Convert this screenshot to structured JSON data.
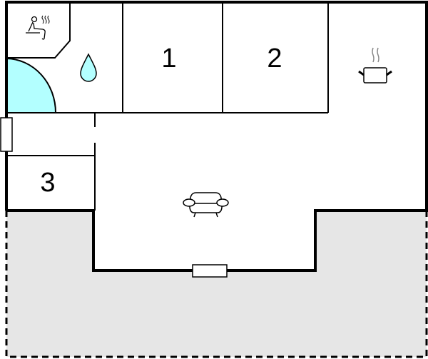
{
  "floorplan": {
    "colors": {
      "wall": "#000000",
      "floor": "#ffffff",
      "outdoor_area": "#e6e6e6",
      "water": "#b3ffff"
    },
    "rooms": [
      {
        "id": "bedroom-1",
        "label": "1"
      },
      {
        "id": "bedroom-2",
        "label": "2"
      },
      {
        "id": "bedroom-3",
        "label": "3"
      }
    ],
    "icons": [
      {
        "name": "sauna-icon",
        "room": "sauna"
      },
      {
        "name": "water-drop-icon",
        "room": "bathroom"
      },
      {
        "name": "cooking-pot-icon",
        "room": "kitchen"
      },
      {
        "name": "sofa-icon",
        "room": "living-room"
      }
    ],
    "features": {
      "shower_quarter_circle": "bathroom",
      "terrace": "dashed outdoor area",
      "doors": [
        "west-entrance",
        "south-terrace-door"
      ]
    }
  }
}
